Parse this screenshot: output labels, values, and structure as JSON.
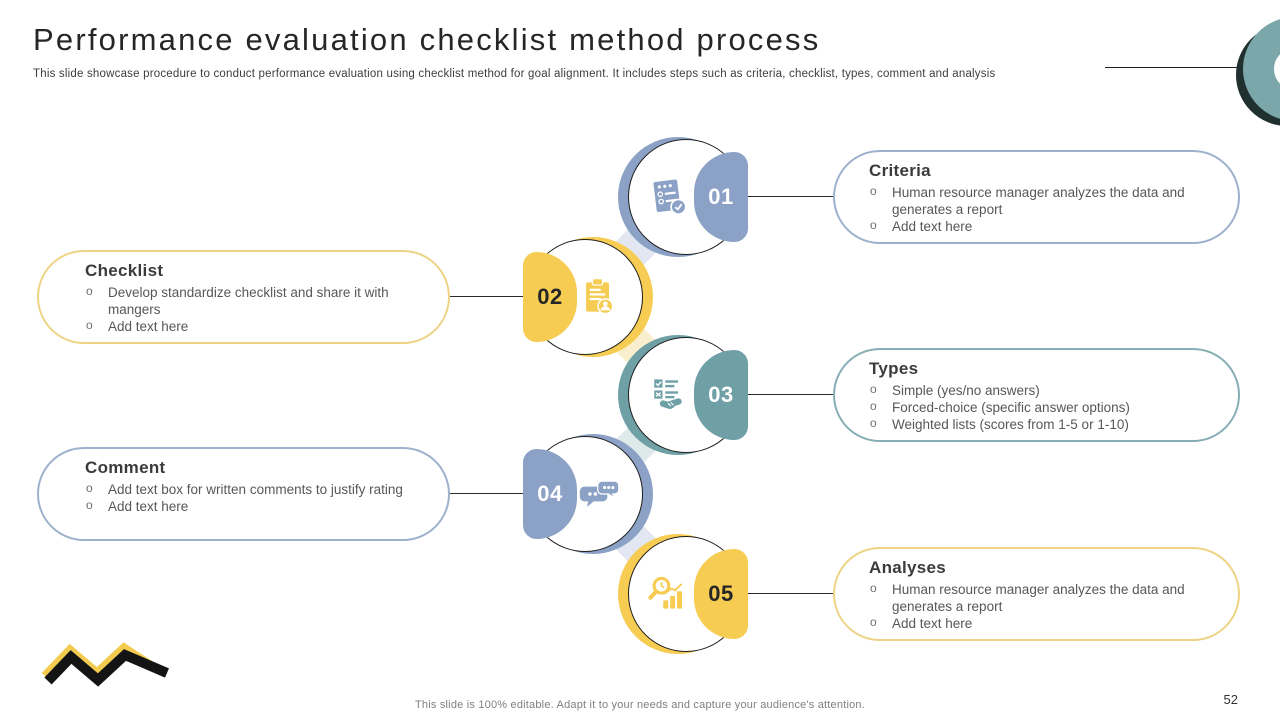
{
  "slide": {
    "title": "Performance evaluation checklist method process",
    "subtitle": "This slide showcase procedure to conduct performance evaluation using checklist method for goal alignment. It includes steps such as criteria, checklist, types, comment and analysis",
    "footer_note": "This slide is 100% editable. Adapt it to your needs and capture your audience's attention.",
    "page_number": "52"
  },
  "steps": [
    {
      "number": "01",
      "title": "Criteria",
      "side": "right",
      "color": "#8ba1c6",
      "icon": "document-check-icon",
      "bullets": [
        "Human resource manager analyzes the data and generates a report",
        "Add text here"
      ]
    },
    {
      "number": "02",
      "title": "Checklist",
      "side": "left",
      "color": "#f6cc52",
      "icon": "clipboard-person-icon",
      "bullets": [
        "Develop standardize checklist and share it with mangers",
        "Add text here"
      ]
    },
    {
      "number": "03",
      "title": "Types",
      "side": "right",
      "color": "#6fa0a6",
      "icon": "checklist-handshake-icon",
      "bullets": [
        "Simple (yes/no answers)",
        "Forced-choice (specific answer options)",
        "Weighted lists (scores from 1-5 or 1-10)"
      ]
    },
    {
      "number": "04",
      "title": "Comment",
      "side": "left",
      "color": "#8ba1c6",
      "icon": "chat-bubbles-icon",
      "bullets": [
        "Add text box for written comments to justify rating",
        "Add text here"
      ]
    },
    {
      "number": "05",
      "title": "Analyses",
      "side": "right",
      "color": "#f6cc52",
      "icon": "magnifier-chart-icon",
      "bullets": [
        "Human resource manager analyzes the data and generates a report",
        "Add text here"
      ]
    }
  ],
  "palette": {
    "blue": "#8ba1c6",
    "yellow": "#f6cc52",
    "teal": "#6fa0a6",
    "ring_teal": "#7ba7aa",
    "ring_shadow": "#20302f",
    "ribbon_blue": "#e2e7f1",
    "ribbon_yellow": "#f9efce",
    "ribbon_teal": "#deeaea"
  }
}
